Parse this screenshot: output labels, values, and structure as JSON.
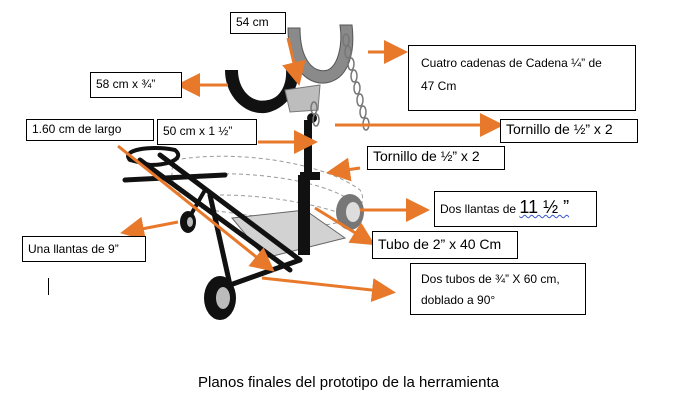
{
  "labels": {
    "top_length": "54 cm",
    "chains_a": "Cuatro cadenas de Cadena ¼”  de",
    "chains_b": "47 Cm",
    "handle_bar": "58 cm  x ¾”",
    "length": "1.60 cm de largo",
    "tube_50": "50 cm x 1 ½”",
    "bolt_top": "Tornillo de ½” x 2",
    "bolt_mid": "Tornillo de ½” x 2",
    "wheels_two_a": "Dos llantas de ",
    "wheels_two_b": "11 ½ ”",
    "wheel_one": "Una llantas de 9”",
    "tube_2": "Tubo de 2” x 40 Cm",
    "tubes_two_a": "Dos tubos de ¾” X 60 cm,",
    "tubes_two_b": "doblado a 90°"
  },
  "caption": "Planos finales del prototipo de la herramienta",
  "colors": {
    "arrow": "#e8782a",
    "frame": "#111111",
    "tray": "#cfcfcf",
    "hook": "#8a8a8a"
  }
}
